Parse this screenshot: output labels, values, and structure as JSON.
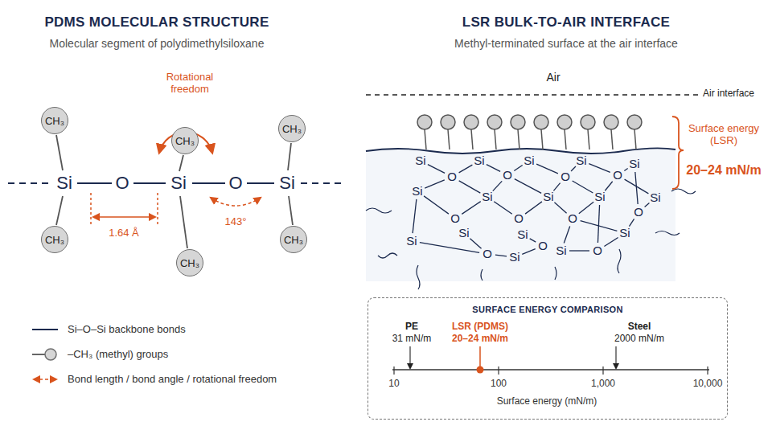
{
  "diagram": {
    "nodes": [
      {
        "text": [
          "CH₃"
        ]
      },
      {
        "text": [
          "CH₃"
        ]
      },
      {
        "text": [
          "CH₃"
        ]
      },
      {
        "text": [
          "CH₃"
        ]
      },
      {
        "text": [
          "CH₃"
        ]
      },
      {
        "text": [
          "CH₃"
        ]
      },
      {
        "text": [
          "SURFACE ENERGY COMPARISON"
        ]
      }
    ],
    "labels": [
      "PDMS MOLECULAR STRUCTURE",
      "Molecular segment of polydimethylsiloxane",
      "LSR BULK-TO-AIR INTERFACE",
      "Methyl-terminated surface at the air interface",
      "Rotational freedom",
      "Si",
      "O",
      "Si",
      "O",
      "Si",
      "1.64 Å",
      "143°",
      "Air",
      "Air interface",
      "Surface energy (LSR)",
      "20–24 mN/m",
      "Si",
      "Si",
      "Si",
      "Si",
      "Si",
      "O",
      "O",
      "O",
      "O",
      "Si",
      "Si",
      "Si",
      "Si",
      "Si",
      "O",
      "O",
      "O",
      "O",
      "Si",
      "Si",
      "Si",
      "Si",
      "O",
      "O",
      "O",
      "Si",
      "Si",
      "PE",
      "31 mN/m",
      "LSR (PDMS)",
      "20–24 mN/m",
      "Steel",
      "2000 mN/m",
      "10",
      "100",
      "1,000",
      "10,000",
      "Surface energy (mN/m)"
    ],
    "legend": [
      {
        "text": "Si–O–Si backbone bonds"
      },
      {
        "text": "–CH₃ (methyl) groups"
      },
      {
        "text": "Bond length / bond angle / rotational freedom"
      }
    ]
  }
}
